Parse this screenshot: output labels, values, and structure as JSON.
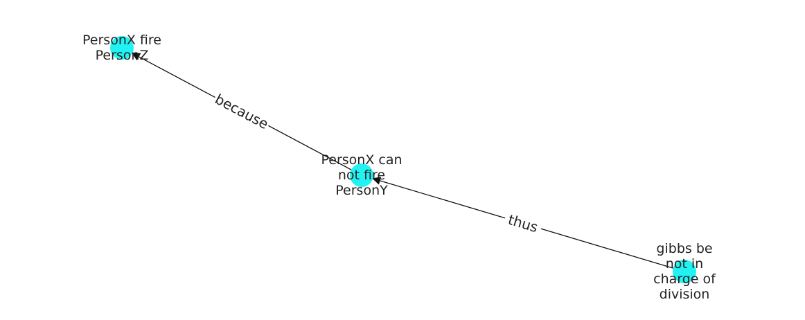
{
  "graph": {
    "node_color": "#22f2f2",
    "edge_color": "#111111",
    "nodes": [
      {
        "id": "n1",
        "lines": [
          "PersonX fire",
          "PersonZ"
        ]
      },
      {
        "id": "n2",
        "lines": [
          "PersonX can",
          "not fire",
          "PersonY"
        ]
      },
      {
        "id": "n3",
        "lines": [
          "gibbs be",
          "not in",
          "charge of",
          "division"
        ]
      }
    ],
    "edges": [
      {
        "from": "n2",
        "to": "n1",
        "label": "because"
      },
      {
        "from": "n3",
        "to": "n2",
        "label": "thus"
      }
    ]
  }
}
